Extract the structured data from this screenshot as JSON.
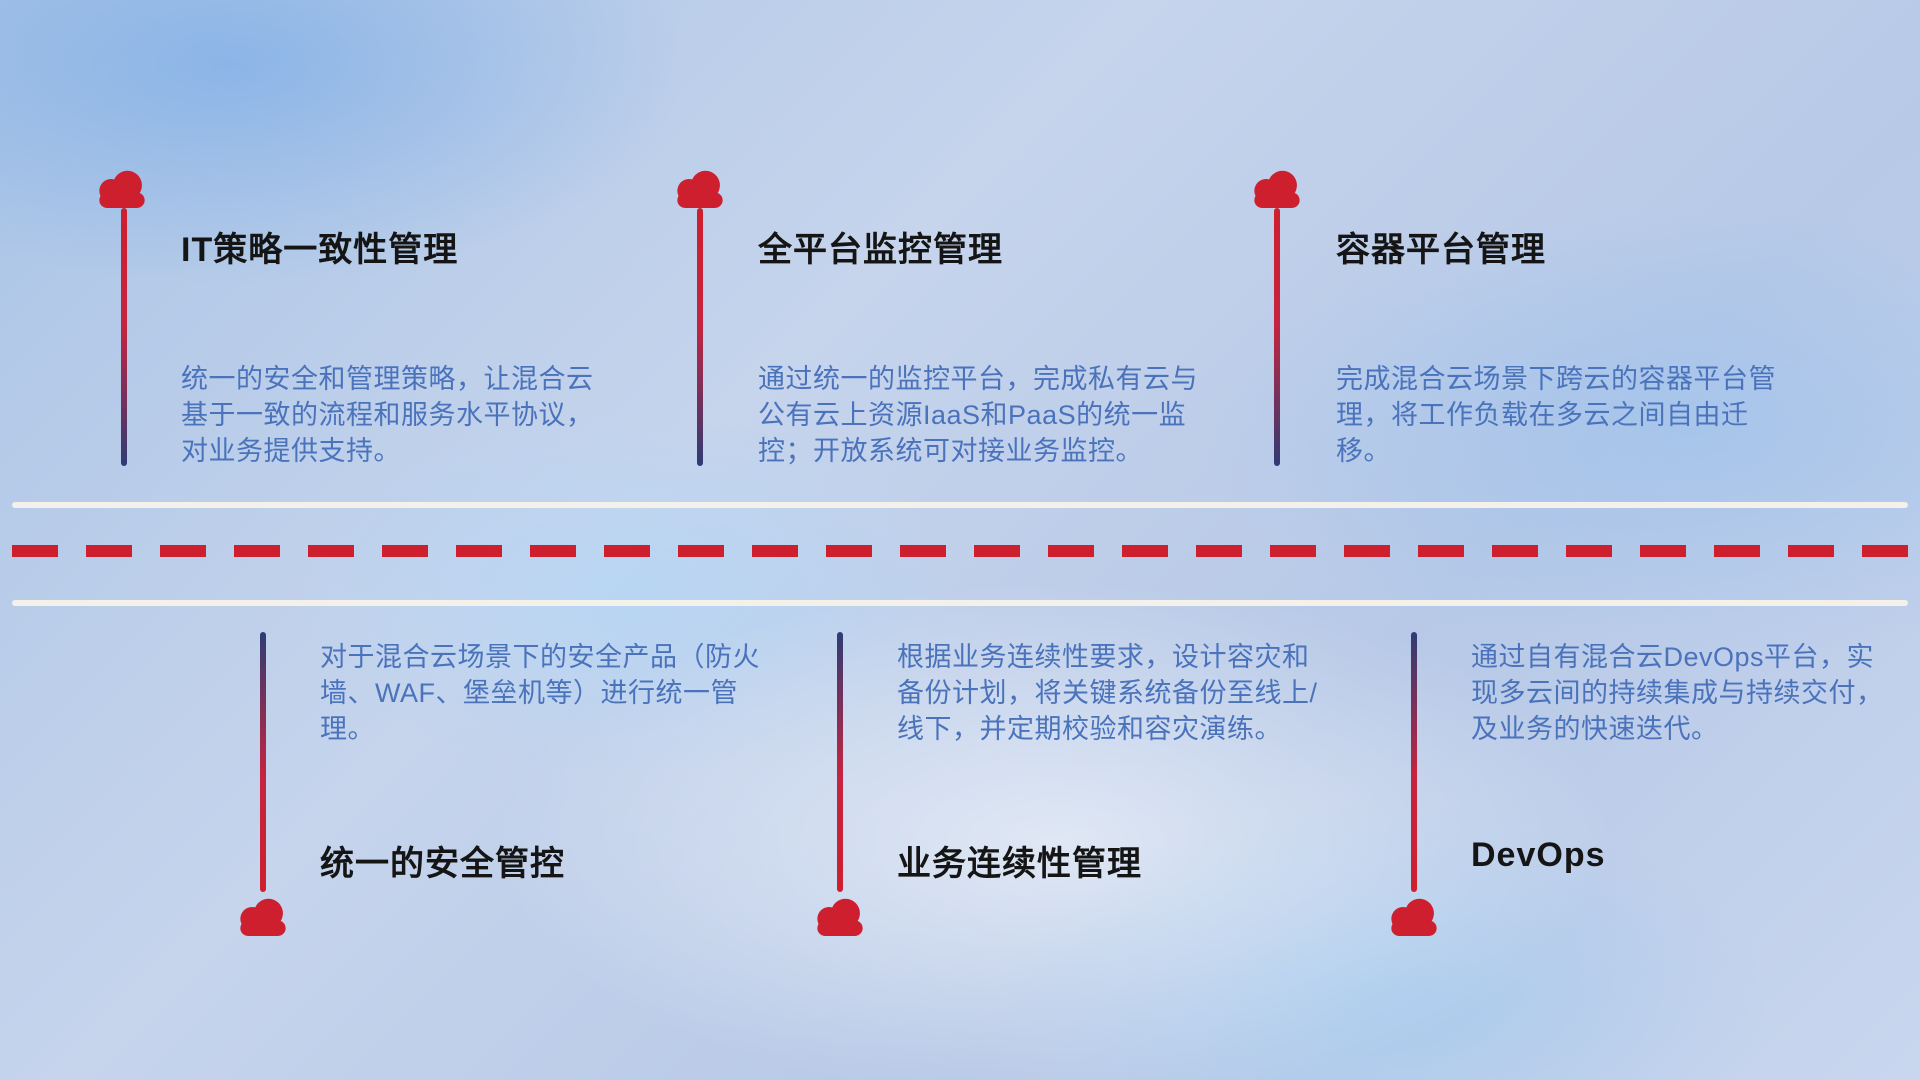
{
  "colors": {
    "red": "#ce1f2e",
    "navy": "#2e3c74",
    "description_blue": "#4a73bc",
    "title_black": "#151515",
    "road_white": "#f4f0ea"
  },
  "top_items": [
    {
      "icon": "cloud-icon",
      "title": "IT策略一致性管理",
      "desc": "统一的安全和管理策略，让混合云基于一致的流程和服务水平协议，对业务提供支持。"
    },
    {
      "icon": "cloud-icon",
      "title": "全平台监控管理",
      "desc": "通过统一的监控平台，完成私有云与公有云上资源IaaS和PaaS的统一监控；开放系统可对接业务监控。"
    },
    {
      "icon": "cloud-icon",
      "title": "容器平台管理",
      "desc": "完成混合云场景下跨云的容器平台管理，将工作负载在多云之间自由迁移。"
    }
  ],
  "bottom_items": [
    {
      "icon": "cloud-icon",
      "title": "统一的安全管控",
      "desc": "对于混合云场景下的安全产品（防火墙、WAF、堡垒机等）进行统一管理。"
    },
    {
      "icon": "cloud-icon",
      "title": "业务连续性管理",
      "desc": "根据业务连续性要求，设计容灾和备份计划，将关键系统备份至线上/线下，并定期校验和容灾演练。"
    },
    {
      "icon": "cloud-icon",
      "title": "DevOps",
      "desc": "通过自有混合云DevOps平台，实现多云间的持续集成与持续交付，及业务的快速迭代。"
    }
  ]
}
